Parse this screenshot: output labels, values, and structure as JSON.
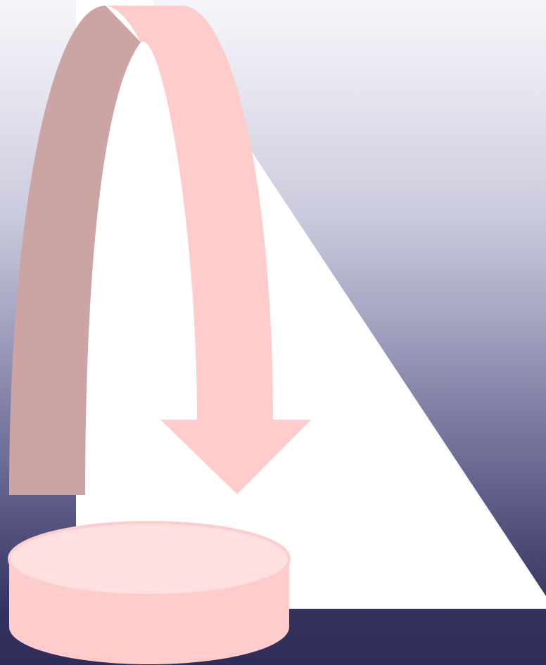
{
  "diagram": {
    "colors": {
      "background_top": "#f5f5fa",
      "background_bottom": "#2e2d5a",
      "panel": "#ffffff",
      "arrow_front": "#ffcccc",
      "arrow_back": "#cca4a4",
      "disk_side": "#ffcccc",
      "disk_top": "#ffdfe0"
    },
    "shapes": [
      "background-panel",
      "curved-arrow",
      "disk"
    ]
  }
}
